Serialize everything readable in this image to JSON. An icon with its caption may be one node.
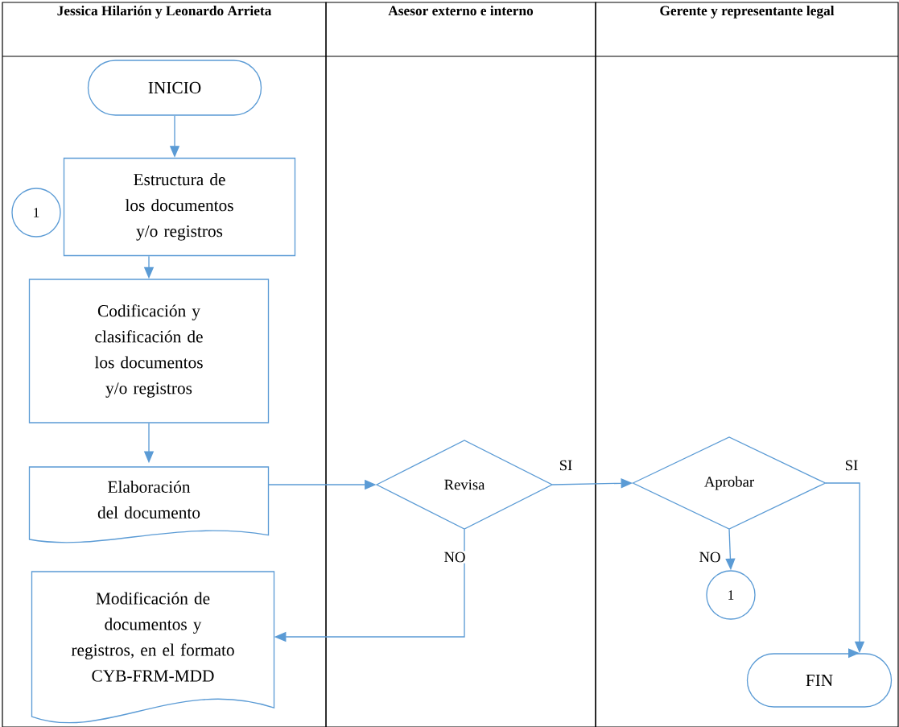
{
  "diagram": {
    "nodes": [
      {
        "text": [
          "Jessica Hilarión y Leonardo Arrieta"
        ]
      },
      {
        "text": [
          "Asesor externo e interno"
        ]
      },
      {
        "text": [
          "Gerente y representante legal"
        ]
      },
      {
        "text": [
          "INICIO"
        ],
        "in": 0
      },
      {
        "text": [
          "1"
        ],
        "in": 0
      },
      {
        "text": [
          "Estructura de los documentos y/o registros"
        ],
        "in": 0
      },
      {
        "text": [
          "Codificación y clasificación de los documentos y/o registros"
        ],
        "in": 0
      },
      {
        "text": [
          "Elaboración del documento"
        ],
        "in": 0
      },
      {
        "text": [
          "Revisa"
        ],
        "in": 1
      },
      {
        "text": [
          "Aprobar"
        ],
        "in": 2
      },
      {
        "text": [
          "Modificación de documentos y registros, en el formato CYB-FRM-MDD"
        ],
        "in": 0
      },
      {
        "text": [
          "1"
        ],
        "in": 2
      },
      {
        "text": [
          "FIN"
        ],
        "in": 2
      }
    ],
    "edges": [
      {
        "from": 3,
        "to": 5,
        "arrow": "to"
      },
      {
        "from": 5,
        "to": 6,
        "arrow": "to"
      },
      {
        "from": 6,
        "to": 7,
        "arrow": "to"
      },
      {
        "from": 7,
        "to": 8,
        "arrow": "to"
      },
      {
        "from": 8,
        "to": 9,
        "arrow": "to",
        "label": "SI"
      },
      {
        "from": 8,
        "to": 10,
        "arrow": "to",
        "label": "NO"
      },
      {
        "from": 9,
        "to": 11,
        "arrow": "to",
        "label": "NO"
      },
      {
        "from": 9,
        "to": 12,
        "arrow": "to",
        "label": "SI"
      }
    ]
  }
}
